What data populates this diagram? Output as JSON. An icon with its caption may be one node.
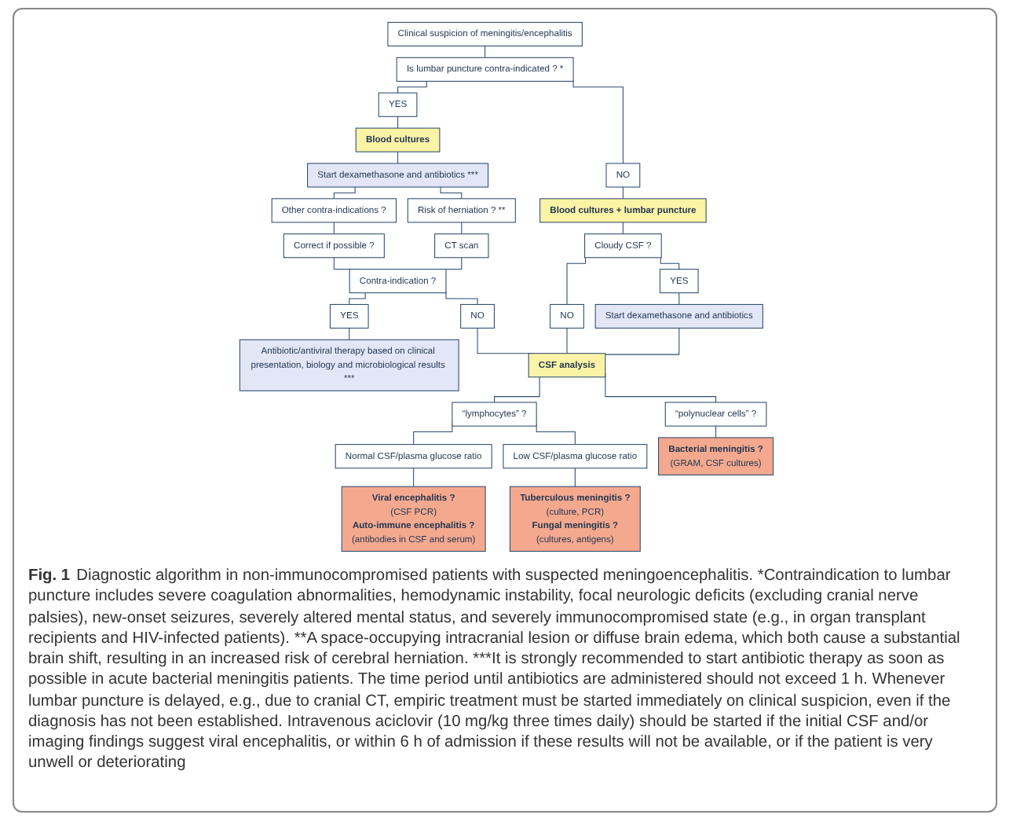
{
  "diagram": {
    "labels": [
      "Fig. 1"
    ],
    "caption": "Diagnostic algorithm in non-immunocompromised patients with suspected meningoencephalitis. *Contraindication to lumbar puncture includes severe coagulation abnormalities, hemodynamic instability, focal neurologic deficits (excluding cranial nerve palsies), new-onset seizures, severely altered mental status, and severely immunocompromised state (e.g., in organ transplant recipients and HIV-infected patients). **A space-occupying intracranial lesion or diffuse brain edema, which both cause a substantial brain shift, resulting in an increased risk of cerebral herniation. ***It is strongly recommended to start antibiotic therapy as soon as possible in acute bacterial meningitis patients. The time period until antibiotics are administered should not exceed 1 h. Whenever lumbar puncture is delayed, e.g., due to cranial CT, empiric treatment must be started immediately on clinical suspicion, even if the diagnosis has not been established. Intravenous aciclovir (10 mg/kg three times daily) should be started if the initial CSF and/or imaging findings suggest viral encephalitis, or within 6 h of admission if these results will not be available, or if the patient is very unwell or deteriorating",
    "nodes": [
      {
        "text": [
          "Clinical suspicion of meningitis/encephalitis"
        ]
      },
      {
        "text": [
          "Is lumbar puncture contra-indicated ? *"
        ]
      },
      {
        "text": [
          "YES"
        ]
      },
      {
        "text": [
          "NO"
        ]
      },
      {
        "text": [
          "Blood cultures"
        ]
      },
      {
        "text": [
          "Blood cultures + lumbar puncture"
        ]
      },
      {
        "text": [
          "Start dexamethasone and antibiotics ***"
        ]
      },
      {
        "text": [
          "Cloudy CSF ?"
        ]
      },
      {
        "text": [
          "Other contra-indications ?"
        ]
      },
      {
        "text": [
          "Risk of herniation ? **"
        ]
      },
      {
        "text": [
          "NO"
        ]
      },
      {
        "text": [
          "YES"
        ]
      },
      {
        "text": [
          "Correct if possible ?"
        ]
      },
      {
        "text": [
          "CT scan"
        ]
      },
      {
        "text": [
          "Start dexamethasone and antibiotics"
        ]
      },
      {
        "text": [
          "Contra-indication ?"
        ]
      },
      {
        "text": [
          "YES"
        ]
      },
      {
        "text": [
          "NO"
        ]
      },
      {
        "text": [
          "Antibiotic/antiviral therapy based on clinical presentation, biology and microbiological results ***"
        ]
      },
      {
        "text": [
          "CSF analysis"
        ]
      },
      {
        "text": [
          "“polynuclear cells” ?"
        ]
      },
      {
        "text": [
          "“lymphocytes” ?"
        ]
      },
      {
        "text": [
          "Normal CSF/plasma glucose ratio"
        ]
      },
      {
        "text": [
          "Low CSF/plasma glucose ratio"
        ]
      },
      {
        "text": [
          "Bacterial meningitis ?",
          "(GRAM, CSF cultures)"
        ]
      },
      {
        "text": [
          "Viral encephalitis ?",
          "(CSF PCR)",
          "Auto-immune encephalitis ?",
          "(antibodies in CSF and serum)"
        ]
      },
      {
        "text": [
          "Tuberculous meningitis ?",
          "(culture, PCR)",
          "Fungal meningitis ?",
          "(cultures, antigens)"
        ]
      }
    ],
    "edges": [
      {
        "from": 0,
        "to": 1,
        "arrow": "none"
      },
      {
        "from": 1,
        "to": 2,
        "arrow": "none"
      },
      {
        "from": 1,
        "to": 3,
        "arrow": "none"
      },
      {
        "from": 2,
        "to": 4,
        "arrow": "none"
      },
      {
        "from": 3,
        "to": 5,
        "arrow": "none"
      },
      {
        "from": 4,
        "to": 6,
        "arrow": "none"
      },
      {
        "from": 5,
        "to": 7,
        "arrow": "none"
      },
      {
        "from": 6,
        "to": 8,
        "arrow": "none"
      },
      {
        "from": 6,
        "to": 9,
        "arrow": "none"
      },
      {
        "from": 7,
        "to": 10,
        "arrow": "none"
      },
      {
        "from": 7,
        "to": 11,
        "arrow": "none"
      },
      {
        "from": 8,
        "to": 12,
        "arrow": "none"
      },
      {
        "from": 9,
        "to": 13,
        "arrow": "none"
      },
      {
        "from": 11,
        "to": 14,
        "arrow": "none"
      },
      {
        "from": 12,
        "to": 15,
        "arrow": "none"
      },
      {
        "from": 13,
        "to": 15,
        "arrow": "none"
      },
      {
        "from": 15,
        "to": 16,
        "arrow": "none"
      },
      {
        "from": 15,
        "to": 17,
        "arrow": "none"
      },
      {
        "from": 16,
        "to": 18,
        "arrow": "none"
      },
      {
        "from": 17,
        "to": 19,
        "arrow": "none"
      },
      {
        "from": 10,
        "to": 19,
        "arrow": "none"
      },
      {
        "from": 14,
        "to": 19,
        "arrow": "none"
      },
      {
        "from": 19,
        "to": 20,
        "arrow": "none"
      },
      {
        "from": 19,
        "to": 21,
        "arrow": "none"
      },
      {
        "from": 20,
        "to": 24,
        "arrow": "none"
      },
      {
        "from": 21,
        "to": 22,
        "arrow": "none"
      },
      {
        "from": 21,
        "to": 23,
        "arrow": "none"
      },
      {
        "from": 22,
        "to": 25,
        "arrow": "none"
      },
      {
        "from": 23,
        "to": 26,
        "arrow": "none"
      }
    ]
  }
}
